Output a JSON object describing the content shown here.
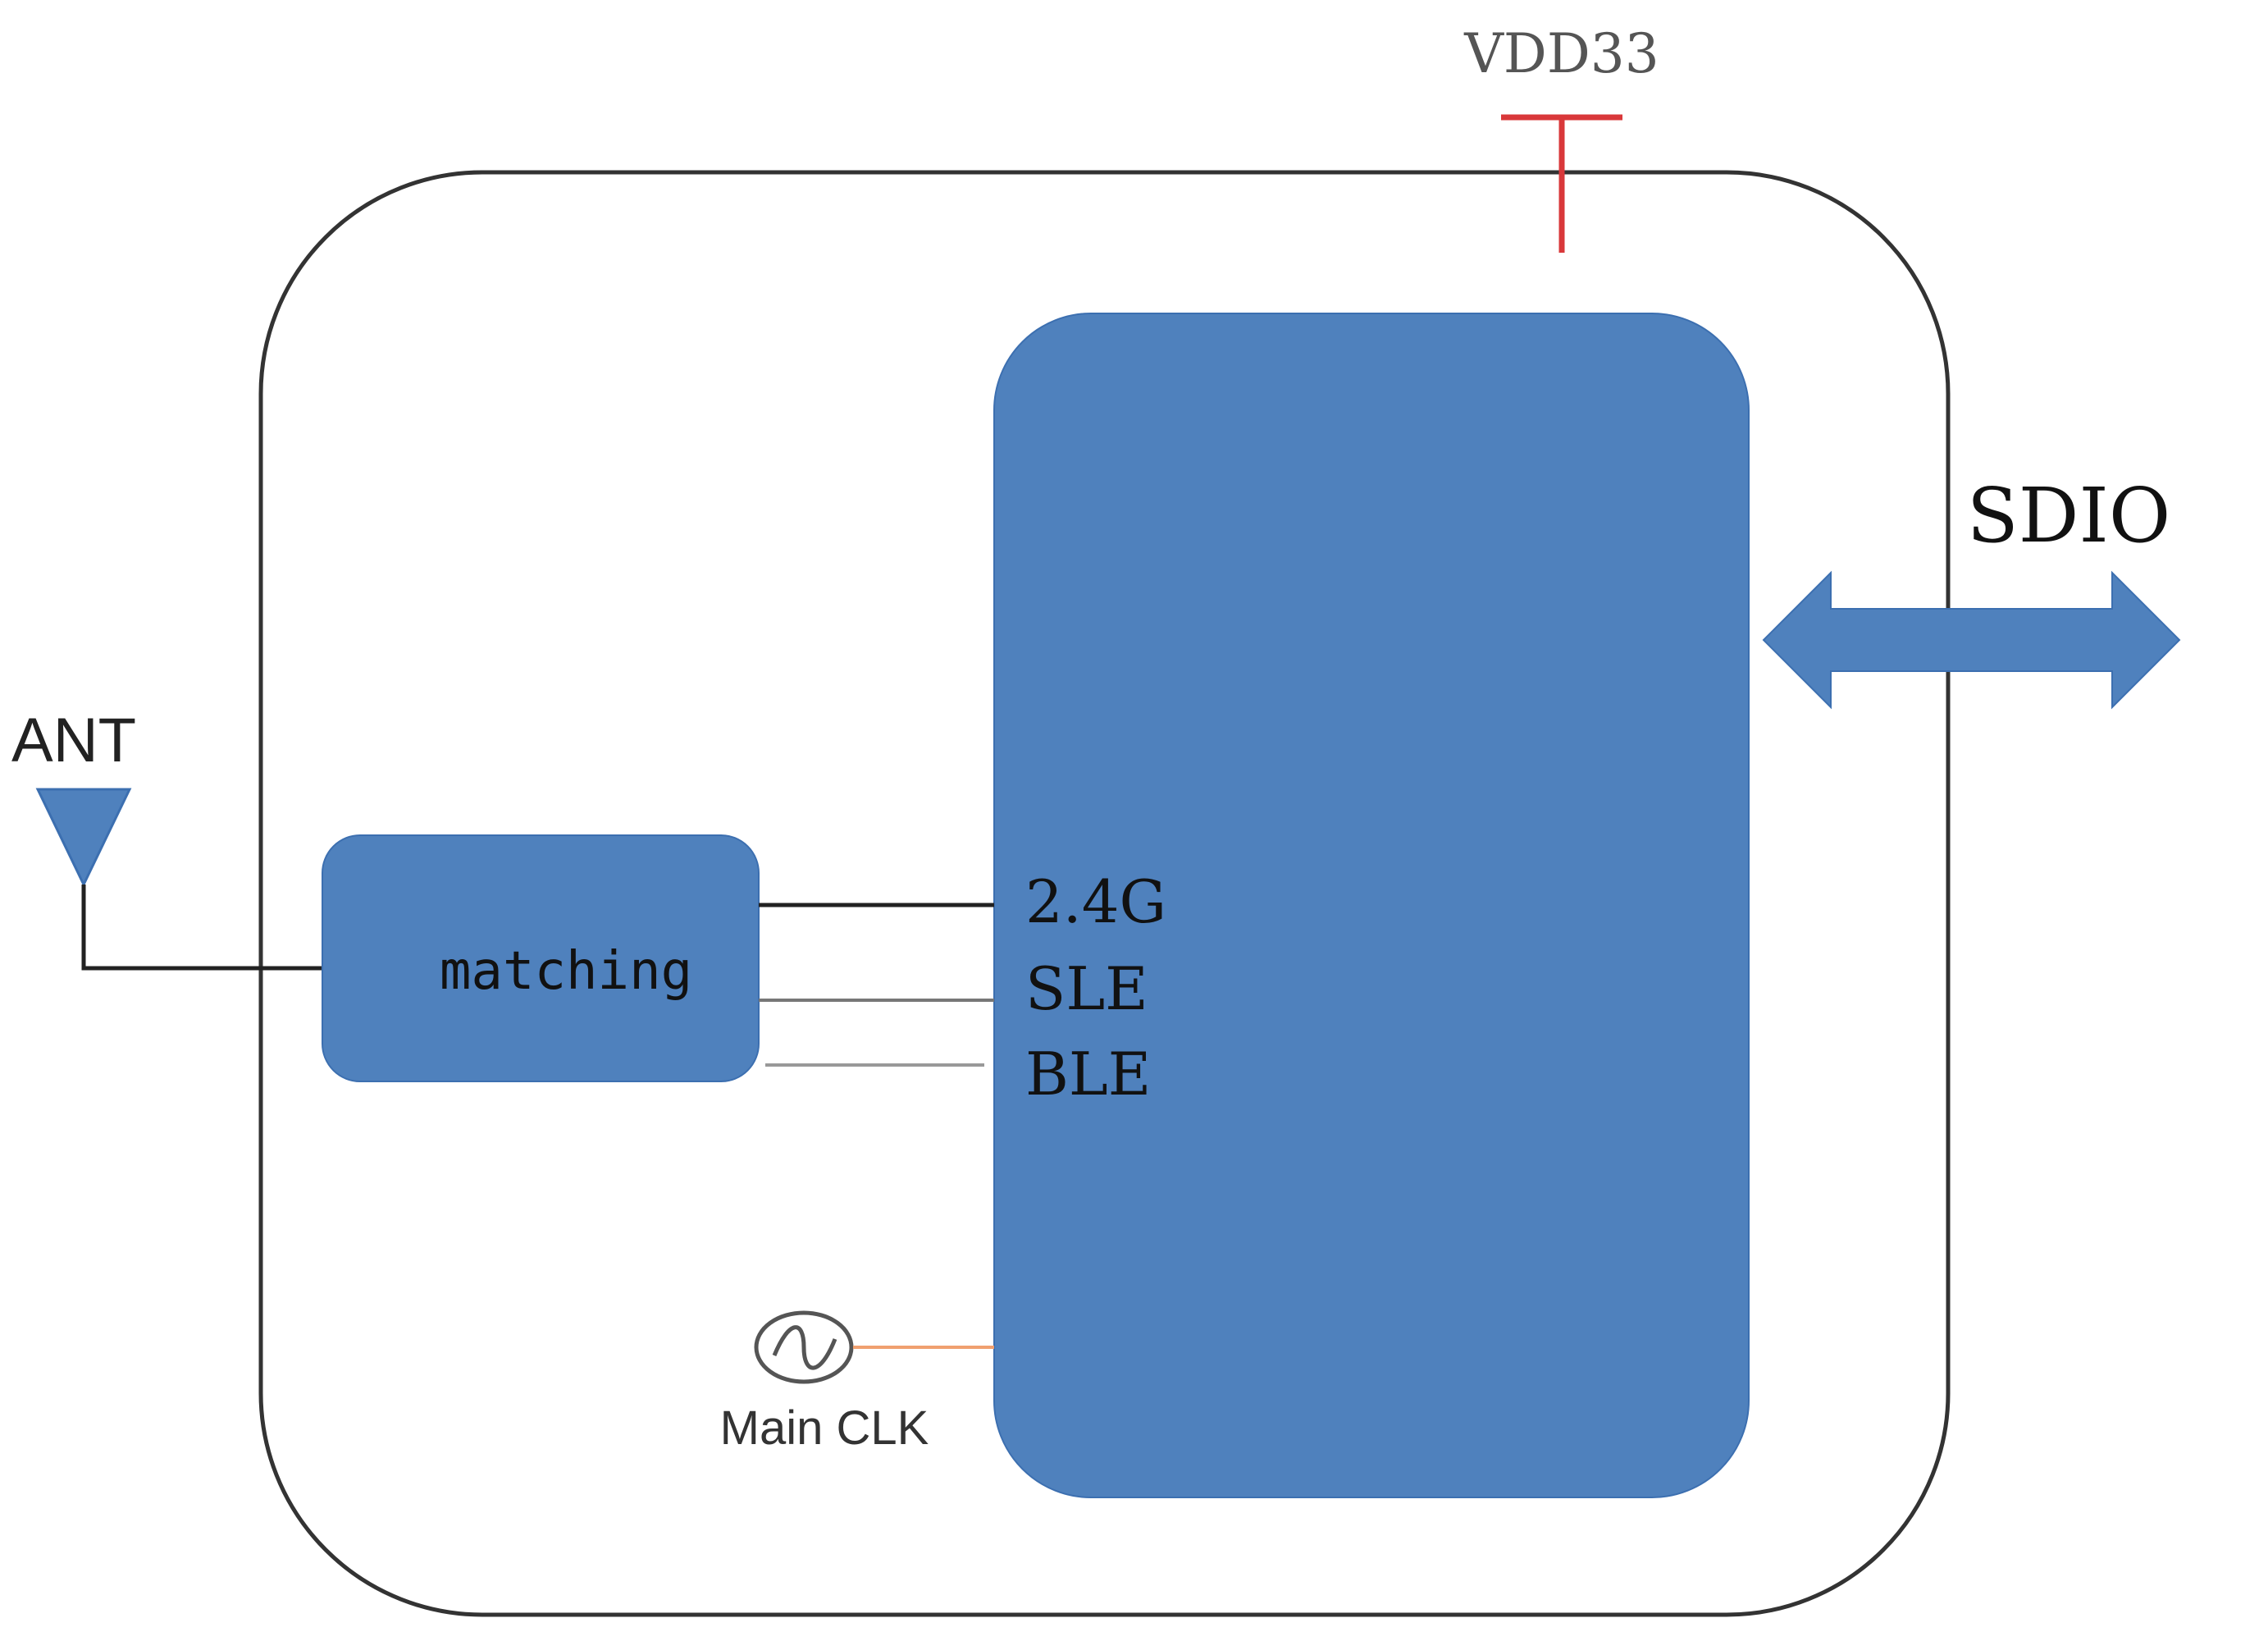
{
  "labels": {
    "vdd": "VDD33",
    "sdio": "SDIO",
    "ant": "ANT",
    "matching": "matching",
    "ch_24g": "2.4G",
    "ch_sle": "SLE",
    "ch_ble": "BLE",
    "clk": "Main CLK"
  },
  "colors": {
    "block_fill": "#4f81bd",
    "block_stroke": "#3c6fb0",
    "outline": "#333333",
    "power": "#d9383a",
    "clock_link": "#f0a070",
    "text": "#111111",
    "clock_text": "#333333"
  },
  "icons": {
    "antenna": "antenna-triangle-icon",
    "clock": "oscillator-sine-icon",
    "arrow": "double-arrow-icon"
  }
}
